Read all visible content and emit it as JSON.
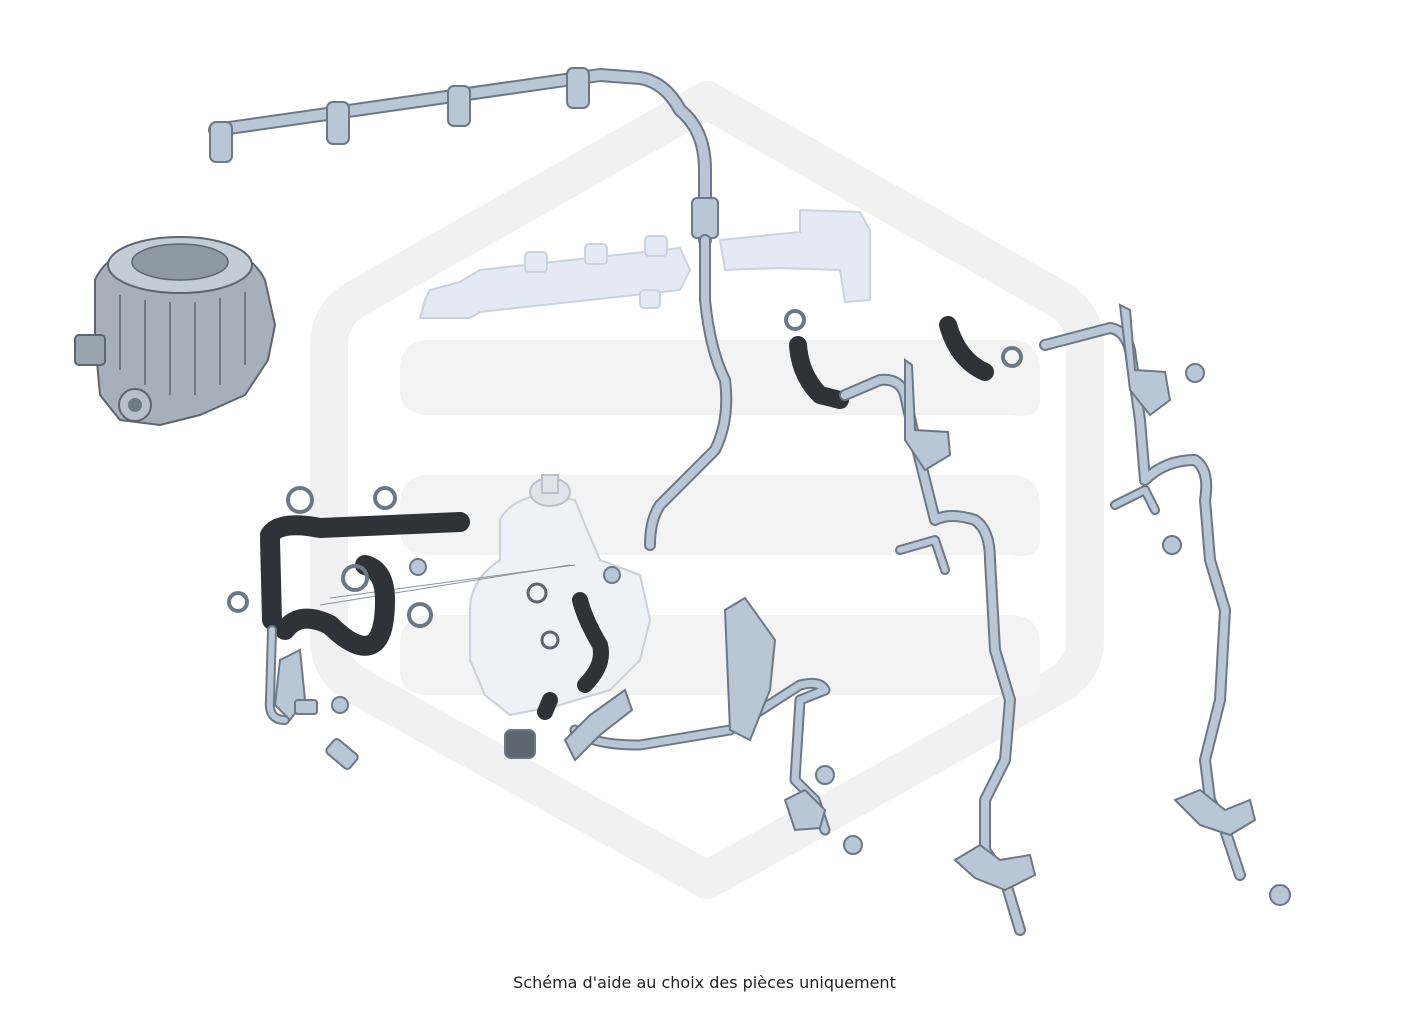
{
  "caption": "Schéma d'aide au choix des pièces uniquement",
  "colors": {
    "watermark": "#f1f1f1",
    "pipe_metal": "#b9c6d6",
    "pipe_outline": "#6d7886",
    "rubber_hose": "#2f3338",
    "ghost_part": "#e3eaf3",
    "pump_gray": "#a7b0ba",
    "background": "#ffffff"
  },
  "parts": [
    {
      "id": "injector-fuel-return-line",
      "icon": "fuel-return-line-icon"
    },
    {
      "id": "fuel-rail",
      "icon": "fuel-rail-icon"
    },
    {
      "id": "fuel-filter-housing",
      "icon": "fuel-filter-icon"
    },
    {
      "id": "high-pressure-pump",
      "icon": "high-pressure-pump-icon"
    },
    {
      "id": "rubber-fuel-hoses",
      "icon": "rubber-hose-icon"
    },
    {
      "id": "fuel-feed-pipes",
      "icon": "fuel-pipe-icon"
    },
    {
      "id": "hose-clamps",
      "icon": "hose-clamp-icon"
    },
    {
      "id": "bolts",
      "icon": "bolt-icon"
    },
    {
      "id": "pipe-mounting-brackets",
      "icon": "bracket-icon"
    }
  ]
}
